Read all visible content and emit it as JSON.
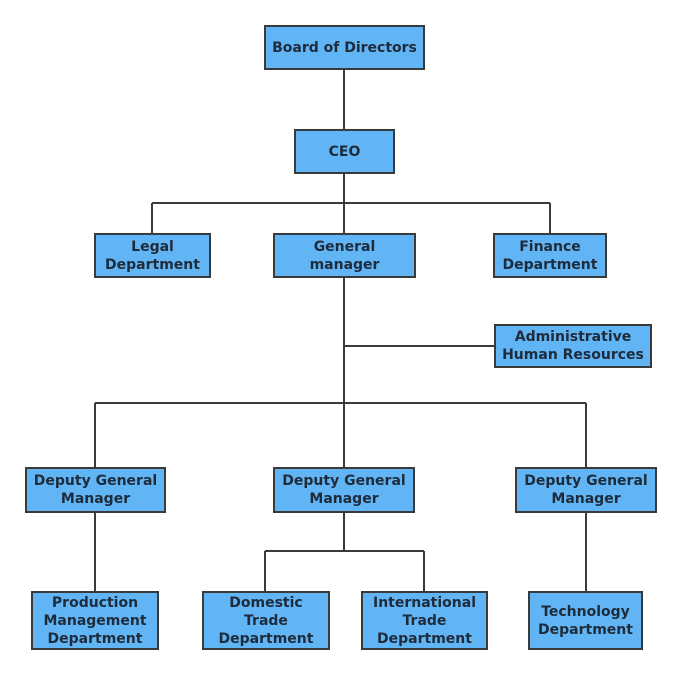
{
  "nodes": {
    "board": "Board of Directors",
    "ceo": "CEO",
    "legal": "Legal\nDepartment",
    "gm": "General\nmanager",
    "finance": "Finance\nDepartment",
    "admin_hr": "Administrative\nHuman Resources",
    "dgm_left": "Deputy General\nManager",
    "dgm_center": "Deputy General\nManager",
    "dgm_right": "Deputy General\nManager",
    "production": "Production\nManagement\nDepartment",
    "domestic": "Domestic\nTrade\nDepartment",
    "international": "International\nTrade\nDepartment",
    "technology": "Technology\nDepartment"
  },
  "colors": {
    "node_fill": "#62b5f5",
    "node_border": "#3a3a3a",
    "connector": "#3a3a3a"
  }
}
